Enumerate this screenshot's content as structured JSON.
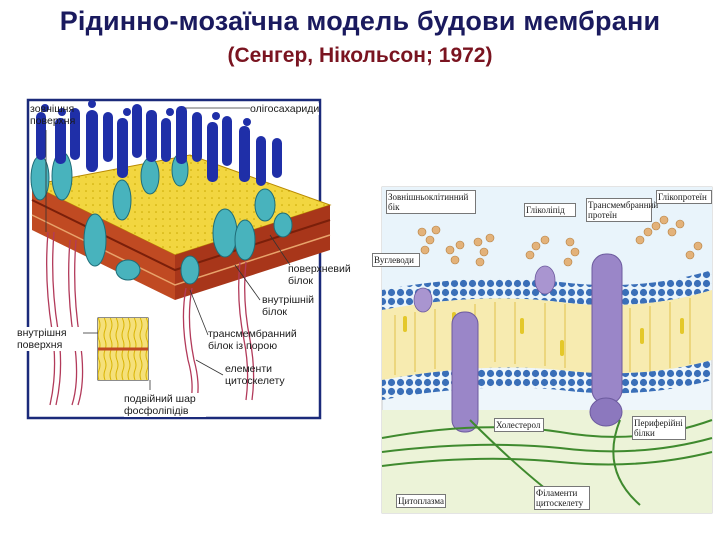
{
  "title": "Рідинно-мозаїчна модель будови мембрани",
  "subtitle": "(Сенгер, Нікольсон; 1972)",
  "left_figure": {
    "labels": {
      "outer_surface": "зовнішня поверхня",
      "oligosaccharides": "олігосахариди",
      "surface_protein": "поверхневий білок",
      "inner_protein": "внутрішній білок",
      "inner_surface": "внутрішня поверхня",
      "transmembrane_pore": "трансмембранний білок із порою",
      "cytoskeleton": "елементи цитоскелету",
      "bilayer": "подвійний шар фосфоліпідів"
    }
  },
  "right_figure": {
    "labels": {
      "extracellular": "Зовнішньоклітинний бік",
      "glycolipid": "Гліколіпід",
      "transmembrane": "Трансмембранний протеїн",
      "glycoprotein": "Глікопротеїн",
      "carbohydrate": "Вуглеводи",
      "cholesterol": "Холестерол",
      "peripheral": "Периферійні білки",
      "cytoplasm": "Цитоплазма",
      "filaments": "Філаменти цитоскелету"
    }
  },
  "colors": {
    "title": "#1a1a5e",
    "subtitle": "#7a1420",
    "protein_blue": "#1f2fa8",
    "lipid_yellow": "#f2d640",
    "membrane_red": "#b23a1e",
    "protein_purple": "#9a86c8",
    "head_blue": "#3a6fb8"
  }
}
